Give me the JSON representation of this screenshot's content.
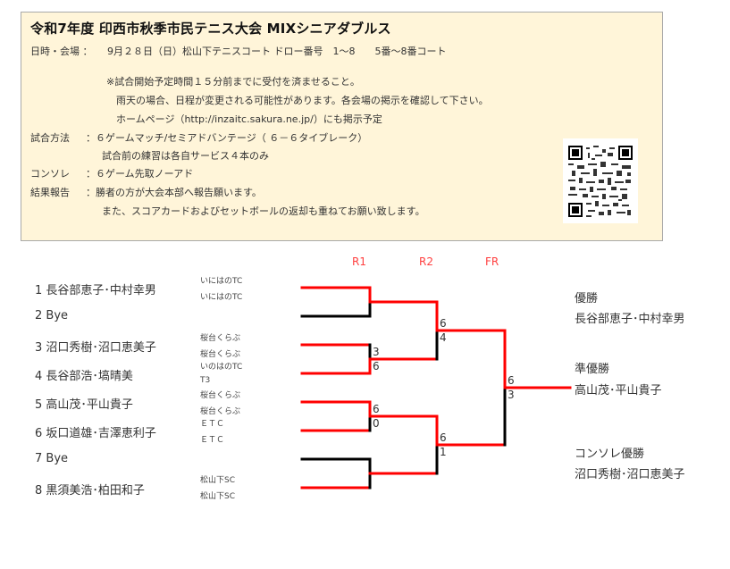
{
  "info": {
    "title": "令和7年度 印西市秋季市民テニス大会 MIXシニアダブルス",
    "datetime_label": "日時・会場 ：",
    "datetime_value": "9月２８日（日）松山下テニスコート ドロー番号　1～8　　5番～8番コート",
    "notes": [
      "※試合開始予定時間１５分前までに受付を済ませること。",
      "雨天の場合、日程が変更される可能性があります。各会場の掲示を確認して下さい。",
      "ホームページ（http://inzaitc.sakura.ne.jp/）にも掲示予定"
    ],
    "method_label": "試合方法",
    "method_value": "：６ゲームマッチ/セミアドバンテージ（ ６－６タイブレーク）",
    "method_note": "試合前の練習は各自サービス４本のみ",
    "consolation_label": "コンソレ",
    "consolation_value": "：６ゲーム先取ノーアド",
    "report_label": "結果報告",
    "report_value": "：勝者の方が大会本部へ報告願います。",
    "report_note": "また、スコアカードおよびセットボールの返却も重ねてお願い致します。",
    "qr_icon": "qr-code"
  },
  "rounds": [
    "R1",
    "R2",
    "FR"
  ],
  "players": [
    {
      "label": "1 長谷部恵子･中村幸男",
      "clubs": [
        "いにはのTC",
        "いにはのTC"
      ]
    },
    {
      "label": "2 Bye",
      "clubs": []
    },
    {
      "label": "3 沼口秀樹･沼口恵美子",
      "clubs": [
        "桜台くらぶ",
        "桜台くらぶ"
      ]
    },
    {
      "label": "4 長谷部浩･塙晴美",
      "clubs": [
        "いのはのTC",
        "T3"
      ]
    },
    {
      "label": "5 高山茂･平山貴子",
      "clubs": [
        "桜台くらぶ",
        "桜台くらぶ"
      ]
    },
    {
      "label": "6 坂口道雄･吉澤恵利子",
      "clubs": [
        "ＥＴＣ",
        "ＥＴＣ"
      ]
    },
    {
      "label": "7 Bye",
      "clubs": []
    },
    {
      "label": "8 黒須美浩･柏田和子",
      "clubs": [
        "松山下SC",
        "松山下SC"
      ]
    }
  ],
  "scores": {
    "r1_m2": [
      "3",
      "6"
    ],
    "r1_m3": [
      "6",
      "0"
    ],
    "r2_m1": [
      "6",
      "4"
    ],
    "r2_m2": [
      "6",
      "1"
    ],
    "final": [
      "6",
      "3"
    ]
  },
  "results": {
    "champion_label": "優勝",
    "champion": "長谷部恵子･中村幸男",
    "runner_up_label": "準優勝",
    "runner_up": "高山茂･平山貴子",
    "consolation_label": "コンソレ優勝",
    "consolation": "沼口秀樹･沼口恵美子"
  },
  "colors": {
    "winner_line": "#ff0000",
    "loser_line": "#000000",
    "round_label": "#ff4040",
    "info_bg": "#fff5d9"
  }
}
